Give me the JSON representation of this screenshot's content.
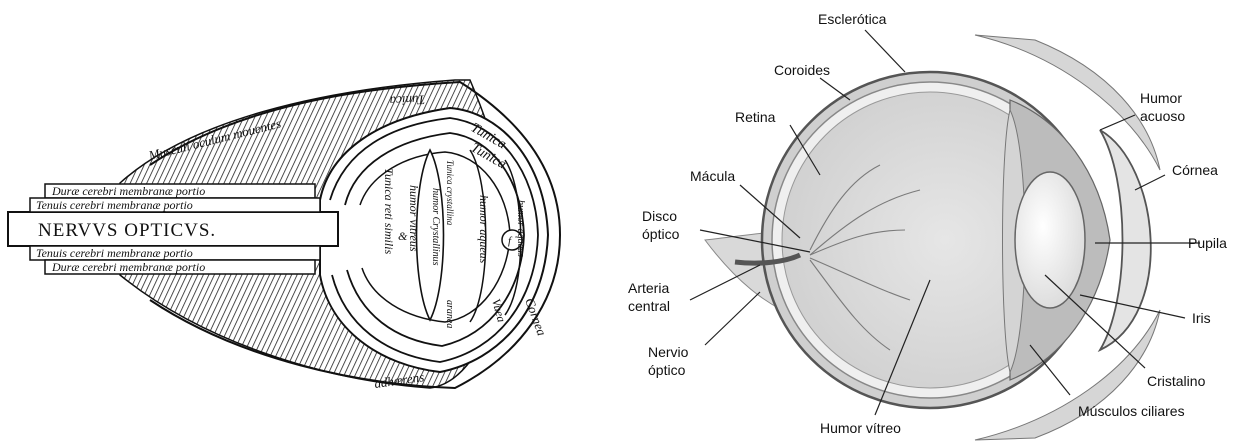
{
  "historical": {
    "nerve_title": "NERVVS OPTICVS.",
    "dura_upper": "Duræ cerebri membranæ portio",
    "tenuis_upper": "Tenuis cerebri membranæ portio",
    "tenuis_lower": "Tenuis cerebri membranæ portio",
    "dura_lower": "Duræ cerebri membranæ portio",
    "musculi": "Musculi oculum mouentes",
    "tunica_top": "Tunica",
    "tunica_1": "Tunica",
    "tunica_2": "Tunica",
    "humor_aqueus": "humor aqueus",
    "humor_aqueus_2": "humor aqueus",
    "tunica_reti": "Tunica reti similis",
    "humor_vitreus": "humor vitreus",
    "humor_amp": "&",
    "humor_cryst": "humor Crystallinus",
    "tunica_crystallina": "Tunica crystallina",
    "aranea": "aranea",
    "uvea": "Vuea",
    "cornea": "Cornea",
    "adhaerens": "adhærens",
    "f_mark": "f"
  },
  "modern": {
    "labels": {
      "esclerotica": "Esclerótica",
      "coroides": "Coroides",
      "retina": "Retina",
      "macula": "Mácula",
      "disco_1": "Disco",
      "disco_2": "óptico",
      "arteria_1": "Arteria",
      "arteria_2": "central",
      "nervio_1": "Nervio",
      "nervio_2": "óptico",
      "humor_vitreo": "Humor vítreo",
      "humor_acuoso_1": "Humor",
      "humor_acuoso_2": "acuoso",
      "cornea": "Córnea",
      "pupila": "Pupila",
      "iris": "Iris",
      "cristalino": "Cristalino",
      "musculos": "Músculos ciliares"
    }
  }
}
